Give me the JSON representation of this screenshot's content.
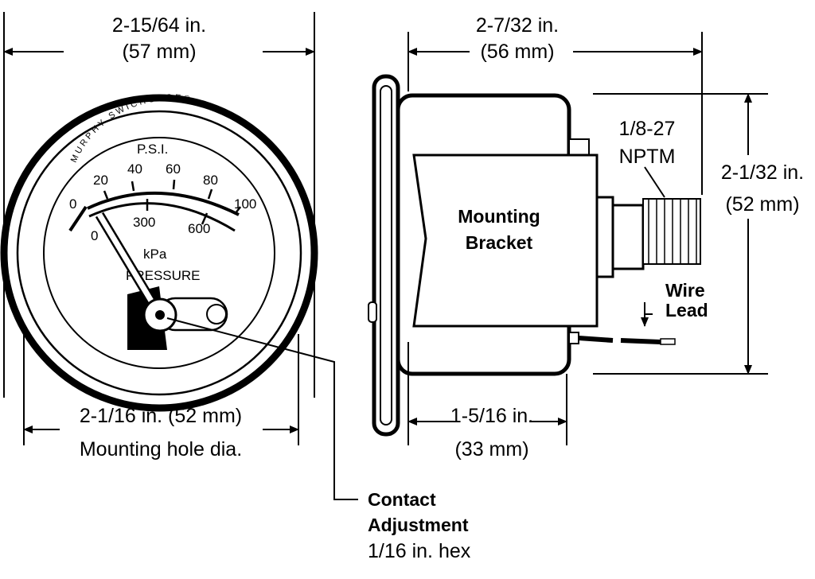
{
  "dimensions": {
    "front_width": {
      "line1": "2-15/64 in.",
      "line2": "(57 mm)"
    },
    "mounting_hole": {
      "line1": "2-1/16 in. (52 mm)",
      "line2": "Mounting hole dia."
    },
    "side_depth": {
      "line1": "2-7/32 in.",
      "line2": "(56 mm)"
    },
    "height": {
      "line1": "2-1/32 in.",
      "line2": "(52 mm)"
    },
    "bracket_depth": {
      "line1": "1-5/16 in.",
      "line2": "(33 mm)"
    }
  },
  "labels": {
    "thread": {
      "line1": "1/8-27",
      "line2": "NPTM"
    },
    "bracket": {
      "line1": "Mounting",
      "line2": "Bracket"
    },
    "wire": {
      "line1": "Wire",
      "line2": "Lead"
    },
    "contact": {
      "line1": "Contact",
      "line2": "Adjustment",
      "line3": "1/16 in. hex"
    }
  },
  "gauge_face": {
    "brand": "MURPHY SWICHGAGE®",
    "unit_top": "P.S.I.",
    "psi_ticks": [
      "0",
      "20",
      "40",
      "60",
      "80",
      "100"
    ],
    "kpa_ticks": [
      "0",
      "300",
      "600"
    ],
    "unit_bottom": "kPa",
    "name": "PRESSURE"
  }
}
